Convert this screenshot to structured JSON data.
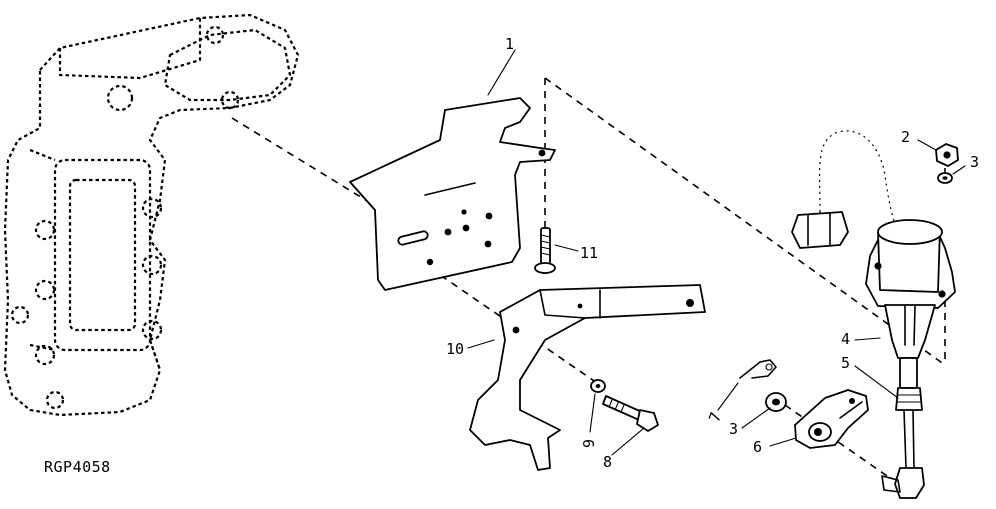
{
  "figure": {
    "reference_code": "RGP4058",
    "callouts": [
      "1",
      "2",
      "3",
      "4",
      "5",
      "3",
      "6",
      "7",
      "8",
      "9",
      "10",
      "11"
    ]
  }
}
